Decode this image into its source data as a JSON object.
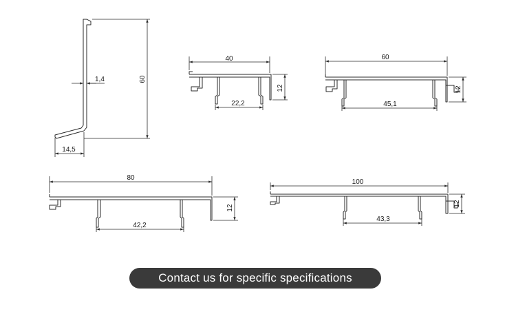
{
  "profiles": {
    "l_profile": {
      "height_label": "60",
      "thickness_label": "1,4",
      "foot_label": "14,5"
    },
    "p40": {
      "width_label": "40",
      "inner_label": "22,2",
      "height_label": "12"
    },
    "p60": {
      "width_label": "60",
      "inner_label": "45,1",
      "height_label": "12"
    },
    "p80": {
      "width_label": "80",
      "inner_label": "42,2",
      "height_label": "12"
    },
    "p100": {
      "width_label": "100",
      "inner_label": "43,3",
      "height_label": "12"
    }
  },
  "cta": {
    "label": "Contact us for specific specifications"
  }
}
